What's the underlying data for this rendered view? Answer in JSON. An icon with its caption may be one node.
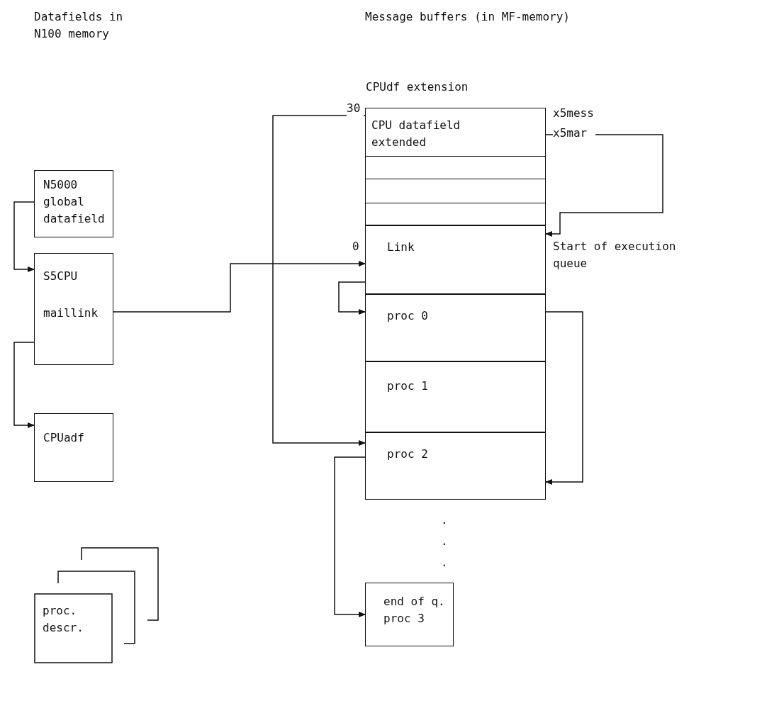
{
  "diagram": {
    "nodes": [
      {
        "text": [
          "N5000 global datafield"
        ]
      },
      {
        "text": [
          "S5CPU",
          "maillink"
        ]
      },
      {
        "text": [
          "CPUadf"
        ]
      },
      {
        "text": [
          "proc. descr."
        ]
      },
      {
        "text": [
          "CPUdf extension",
          "CPU datafield extended"
        ],
        "beside": [
          "30",
          "x5mess",
          "x5mar"
        ]
      },
      {
        "text": [
          "Link"
        ],
        "beside": [
          "0",
          "Start of execution queue"
        ]
      },
      {
        "text": [
          "proc 0"
        ]
      },
      {
        "text": [
          "proc 1"
        ]
      },
      {
        "text": [
          "proc 2"
        ]
      },
      {
        "text": [
          "end of q. proc 3"
        ]
      }
    ],
    "edges": [
      {
        "from": 0,
        "to": 1,
        "arrow": "to"
      },
      {
        "from": 1,
        "to": 2,
        "arrow": "to"
      },
      {
        "from": 1,
        "to": 5,
        "arrow": "to"
      },
      {
        "from": 5,
        "to": 6,
        "arrow": "to"
      },
      {
        "from": 6,
        "to": 8,
        "arrow": "to"
      },
      {
        "from": 4,
        "to": 8,
        "arrow": "to"
      },
      {
        "from": 8,
        "to": 9,
        "arrow": "to"
      },
      {
        "from": 4,
        "to": 5,
        "arrow": "to"
      }
    ],
    "labels": [
      "Datafields in N100 memory",
      "Message buffers (in MF-memory)",
      ".",
      ".",
      "."
    ]
  }
}
